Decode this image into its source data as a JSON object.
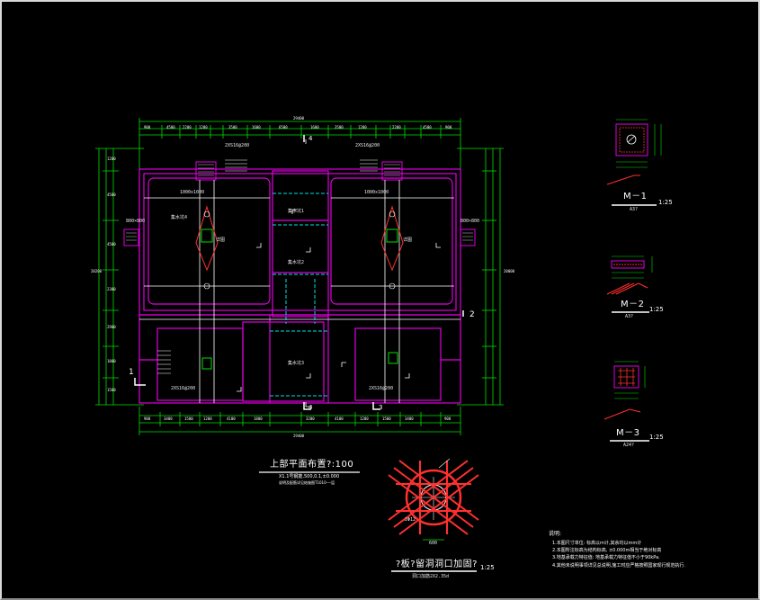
{
  "colors": {
    "background": "#000000",
    "walls": "#e000e0",
    "dimensions": "#00e000",
    "rebar": "#ff3030",
    "axis": "#ffffff",
    "hidden": "#00e0e0",
    "text": "#ffffff",
    "yellow": "#ffff00"
  },
  "main_plan": {
    "title": "上部平面布置?:100",
    "subtitle_1": "X1.1号钢筋,500,0.1,±0.000",
    "subtitle_2": "说明及配筋详见结施图T1010-一层",
    "overall_dim_top": "29400",
    "overall_dim_bottom": "29400",
    "overall_dim_left": "20200",
    "overall_dim_right": "20000",
    "section_marks": [
      "4",
      "4",
      "2",
      "2",
      "1",
      "1",
      "3",
      "3"
    ],
    "top_dims": [
      "900",
      "4500",
      "2200",
      "1200",
      "3500",
      "1600",
      "6500",
      "1600",
      "3500",
      "1200",
      "2200",
      "4500",
      "900"
    ],
    "bottom_dims": [
      "900",
      "3400",
      "1500",
      "1200",
      "4100",
      "1800",
      "3200",
      "4100",
      "1200",
      "1500",
      "3400",
      "900"
    ],
    "left_dims": [
      "1200",
      "4500",
      "4500",
      "2300",
      "2900",
      "1000",
      "1500"
    ],
    "room_labels": [
      "集水坑1",
      "集水坑2",
      "集水坑3",
      "集水坑4"
    ],
    "annot_small": [
      "2XS16@200",
      "1000x1000",
      "详图",
      "M-1",
      "M-2",
      "M-3",
      "800×800",
      "1200"
    ]
  },
  "detail_m1": {
    "label": "M－1",
    "scale": "1:25",
    "sub": "A3?"
  },
  "detail_m2": {
    "label": "M－2",
    "scale": "1:25",
    "sub": "A3?"
  },
  "detail_m3": {
    "label": "M－3",
    "scale": "1:25",
    "sub": "A24?"
  },
  "opening_detail": {
    "title": "?板?留洞洞口加固?",
    "scale": "1:25",
    "subtitle": "洞口加筋2X2.35d",
    "dims": [
      "600",
      "2Φ12"
    ]
  },
  "notes": {
    "heading": "说明:",
    "items": [
      "1.本图尺寸单位: 标高以m计,其余均以mm计",
      "2.本图所注标高为结构标高, ±0.000m相当于绝对标高",
      "3.地基承载力特征值: 地基承载力特征值不小于90kPa.",
      "4.其他未说明事项详见总说明,施工时应严格按照国家现行规范执行."
    ]
  }
}
